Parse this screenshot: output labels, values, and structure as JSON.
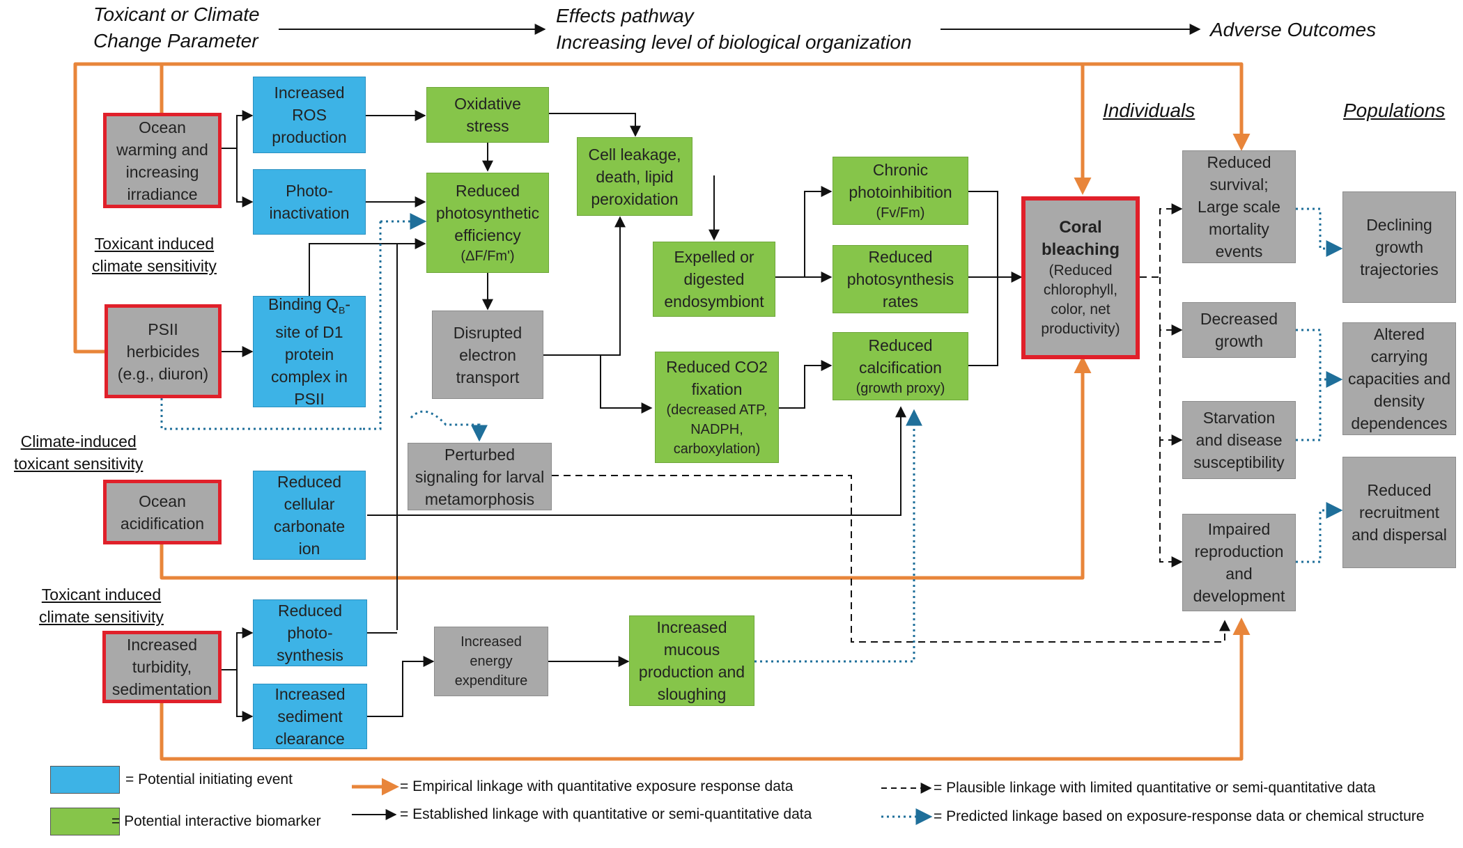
{
  "header": {
    "left": "Toxicant or Climate\nChange Parameter",
    "middle": "Effects pathway\nIncreasing level of biological organization",
    "right": "Adverse Outcomes"
  },
  "level_labels": {
    "individuals": "Individuals",
    "populations": "Populations"
  },
  "sensitivity_labels": {
    "toxicant_induced_1": "Toxicant induced\nclimate sensitivity",
    "climate_induced": "Climate-induced\ntoxicant sensitivity",
    "toxicant_induced_2": "Toxicant induced\nclimate sensitivity"
  },
  "stressors": {
    "ocean_warming": "Ocean\nwarming and\nincreasing\nirradiance",
    "psii_herbicides": "PSII\nherbicides\n(e.g., diuron)",
    "ocean_acidification": "Ocean\nacidification",
    "turbidity": "Increased\nturbidity,\nsedimentation"
  },
  "initiating_events": {
    "ros": "Increased\nROS\nproduction",
    "photoinactivation": "Photo-\ninactivation",
    "binding": "Binding Q",
    "binding_sub": "B",
    "binding_rest": "-\nsite of D1\nprotein\ncomplex in\nPSII",
    "carbonate": "Reduced\ncellular\ncarbonate\nion",
    "photosynthesis": "Reduced\nphoto-\nsynthesis",
    "sediment": "Increased\nsediment\nclearance"
  },
  "biomarkers": {
    "oxidative": "Oxidative\nstress",
    "reduced_photo_eff": "Reduced\nphotosynthetic\nefficiency",
    "reduced_photo_eff_sub": "(ΔF/Fm')",
    "cell_leakage": "Cell leakage,\ndeath, lipid\nperoxidation",
    "expelled": "Expelled or\ndigested\nendosymbiont",
    "chronic": "Chronic\nphotoinhibition",
    "chronic_sub": "(Fv/Fm)",
    "reduced_photo_rates": "Reduced\nphotosynthesis\nrates",
    "co2": "Reduced CO2\nfixation",
    "co2_sub": "(decreased ATP,\nNADPH,\ncarboxylation)",
    "calcification": "Reduced\ncalcification",
    "calcification_sub": "(growth proxy)",
    "mucous": "Increased\nmucous\nproduction and\nsloughing"
  },
  "other_events": {
    "electron": "Disrupted\nelectron\ntransport",
    "signaling": "Perturbed\nsignaling for larval\nmetamorphosis",
    "energy": "Increased\nenergy\nexpenditure"
  },
  "bleaching": {
    "title": "Coral\nbleaching",
    "detail": "(Reduced\nchlorophyll,\ncolor, net\nproductivity)"
  },
  "individual_outcomes": {
    "survival": "Reduced\nsurvival;\nLarge scale\nmortality\nevents",
    "growth": "Decreased\ngrowth",
    "starvation": "Starvation\nand disease\nsusceptibility",
    "reproduction": "Impaired\nreproduction\nand\ndevelopment"
  },
  "population_outcomes": {
    "trajectories": "Declining\ngrowth\ntrajectories",
    "carrying": "Altered\ncarrying\ncapacities and\ndensity\ndependences",
    "recruitment": "Reduced\nrecruitment\nand dispersal"
  },
  "legend": {
    "blue": "= Potential initiating event",
    "green": "= Potential interactive biomarker",
    "orange": "= Empirical linkage with quantitative exposure response data",
    "black": "= Established linkage with quantitative or semi-quantitative data",
    "dashed": "= Plausible linkage with limited quantitative or semi-quantitative data",
    "dotted": "= Predicted linkage based on exposure-response data or chemical structure"
  },
  "colors": {
    "initiating": "#3db3e6",
    "biomarker": "#86c54a",
    "other": "#a9a9a9",
    "highlight_border": "#e0202a",
    "empirical_link": "#e8853a",
    "predicted_link": "#1f6f9a"
  }
}
